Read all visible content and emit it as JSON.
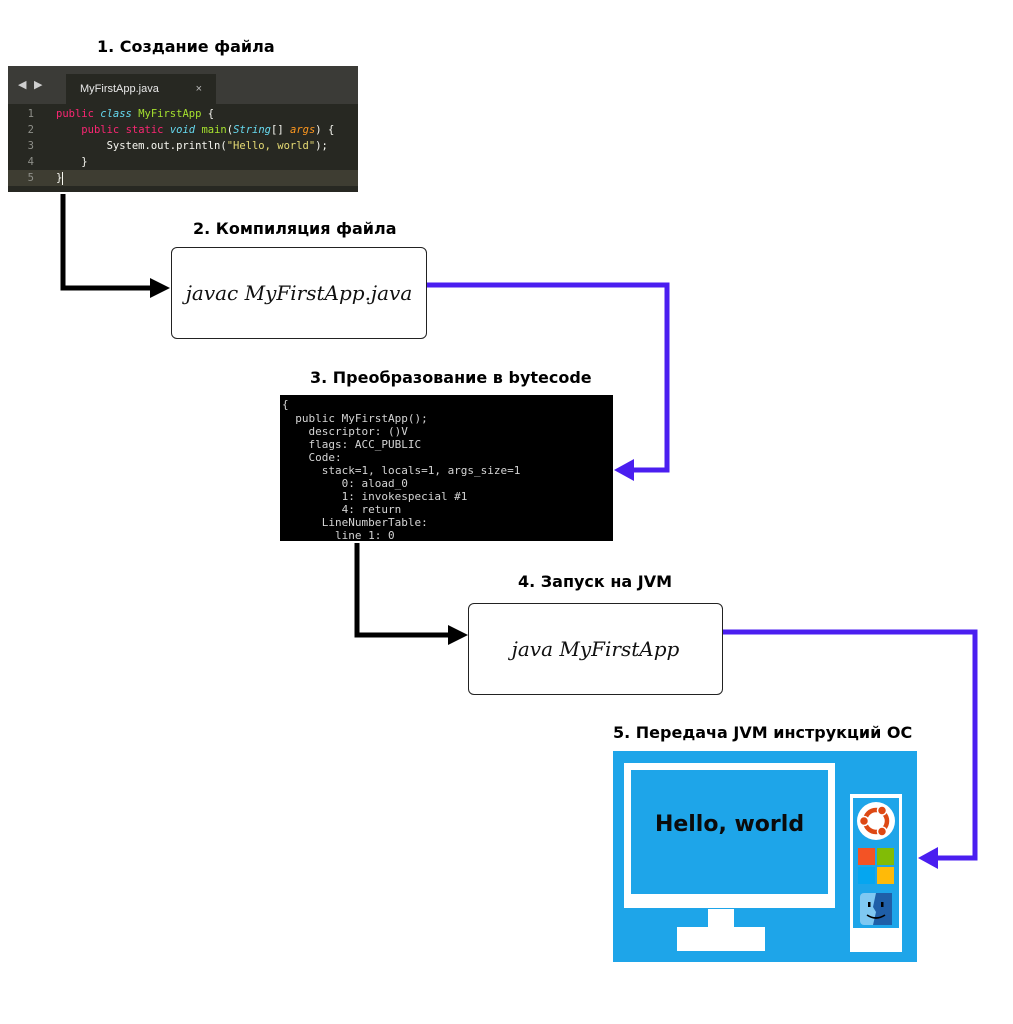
{
  "steps": {
    "step1": "1. Создание файла",
    "step2": "2. Компиляция файла",
    "step3": "3. Преобразование в bytecode",
    "step4": "4. Запуск на JVM",
    "step5": "5. Передача JVM инструкций ОС"
  },
  "editor": {
    "nav_arrows": "◀ ▶",
    "tab_label": "MyFirstApp.java",
    "tab_close": "×",
    "line_numbers": [
      "1",
      "2",
      "3",
      "4",
      "5"
    ],
    "code": {
      "l1_kw": "public",
      "l1_st": "class",
      "l1_cls": "MyFirstApp",
      "l1_brace": "{",
      "l2_kw": "public",
      "l2_st": "static",
      "l2_void": "void",
      "l2_fn": "main",
      "l2_open": "(",
      "l2_type": "String",
      "l2_arr": "[]",
      "l2_arg": "args",
      "l2_close": ") {",
      "l3_call": "System.out.println(",
      "l3_str": "\"Hello, world\"",
      "l3_end": ");",
      "l4": "}",
      "l5": "}"
    }
  },
  "compile_command": "javac MyFirstApp.java",
  "bytecode_lines": [
    "{",
    "  public MyFirstApp();",
    "    descriptor: ()V",
    "    flags: ACC_PUBLIC",
    "    Code:",
    "      stack=1, locals=1, args_size=1",
    "         0: aload_0",
    "         1: invokespecial #1",
    "         4: return",
    "      LineNumberTable:",
    "        line 1: 0"
  ],
  "run_command": "java MyFirstApp",
  "computer": {
    "screen_text": "Hello, world",
    "os_icons": [
      "ubuntu-icon",
      "windows-icon",
      "mac-finder-icon"
    ]
  },
  "colors": {
    "arrow_black": "#000000",
    "arrow_purple": "#4a1ef0",
    "computer_blue": "#1ea5e9",
    "windows_red": "#f35325",
    "windows_green": "#81bc06",
    "windows_blue": "#05a6f0",
    "windows_yellow": "#ffba08",
    "ubuntu_orange": "#dd4814"
  }
}
